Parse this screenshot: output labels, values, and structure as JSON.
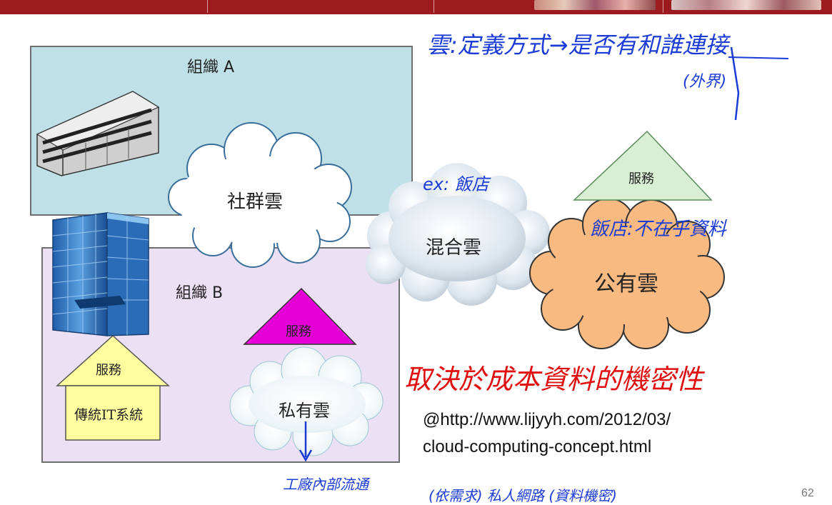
{
  "org_a": {
    "label": "組織 A"
  },
  "org_b": {
    "label": "組織 B"
  },
  "community_cloud": {
    "label": "社群雲"
  },
  "hybrid_cloud": {
    "label": "混合雲"
  },
  "public_cloud": {
    "label": "公有雲"
  },
  "private_cloud": {
    "label": "私有雲"
  },
  "service_top_right": {
    "label": "服務"
  },
  "service_magenta": {
    "label": "服務"
  },
  "legacy_it": {
    "roof_label": "服務",
    "body_label": "傳統IT系統"
  },
  "annotations": {
    "definition": "雲:定義方式→是否有和誰連接",
    "external": "(外界)",
    "example": "ex: 飯店",
    "public_note": "飯店:不在乎資料",
    "main_note": "取決於成本資料的機密性",
    "private_note": "工廠內部流通",
    "bottom_note": "(依需求) 私人網路 (資料機密)"
  },
  "source_url": {
    "line1": "@http://www.lijyyh.com/2012/03/",
    "line2": "cloud-computing-concept.html"
  },
  "page_number": "62",
  "colors": {
    "header_red": "#9b1b1e",
    "org_a_fill": "#bfe0e6",
    "org_b_fill": "#ece0f4",
    "public_cloud_fill": "#f9ba82",
    "service_green": "#d9efd4",
    "service_magenta": "#e600d8",
    "legacy_yellow": "#ffffa0",
    "ink_blue": "#1a3bd6",
    "ink_red": "#e01010"
  }
}
